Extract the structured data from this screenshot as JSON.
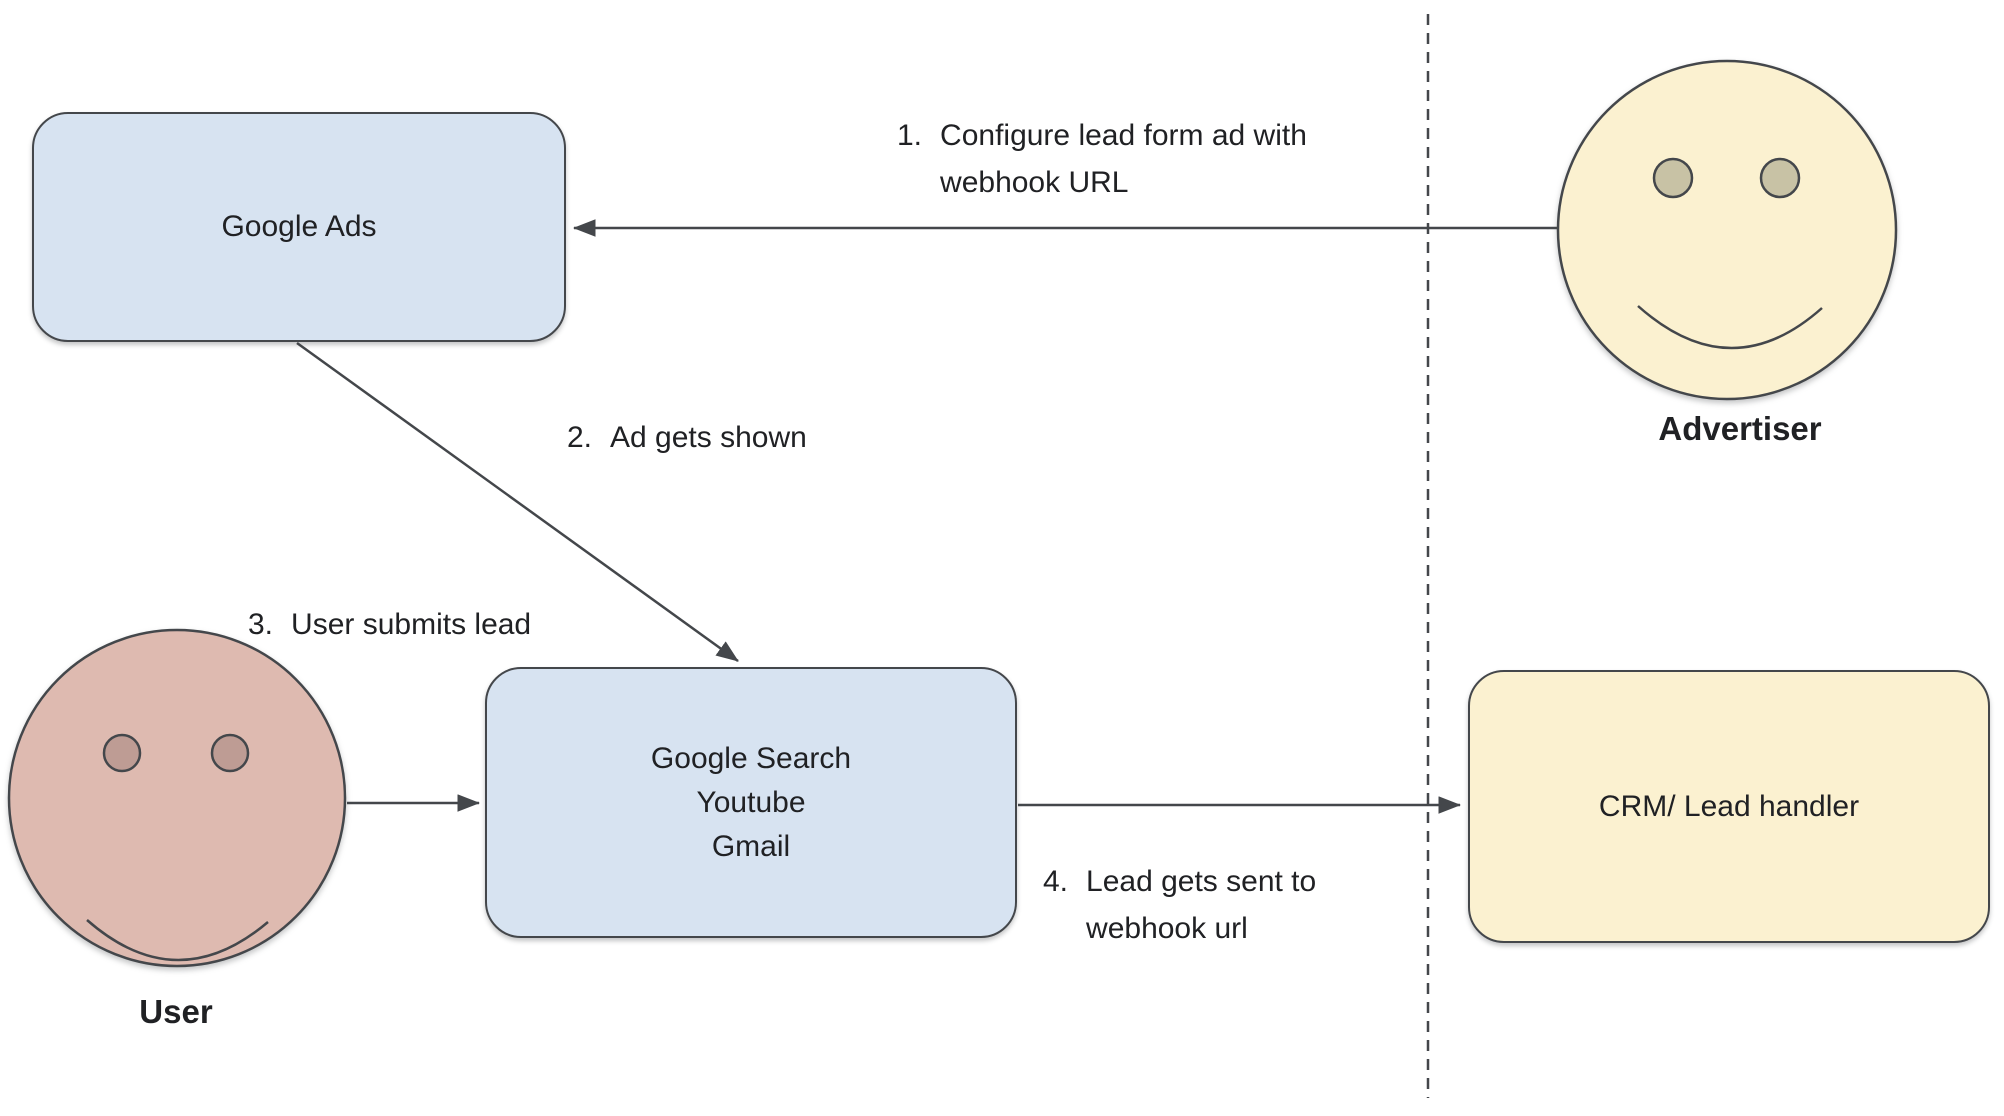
{
  "colors": {
    "background": "#FFFFFF",
    "line": "#44474B",
    "text": "#202124",
    "node_blue": "#D7E3F1",
    "node_yellow": "#FBF1D0",
    "face_pink": "#DEBAB0",
    "eye_olive": "#C8C2A5",
    "eye_mauve": "#BE9C94"
  },
  "nodes": {
    "google_ads": {
      "label": "Google Ads"
    },
    "google_surfaces": {
      "label": "Google Search\nYoutube\nGmail"
    },
    "crm": {
      "label": "CRM/ Lead handler"
    }
  },
  "actors": {
    "advertiser": {
      "label": "Advertiser"
    },
    "user": {
      "label": "User"
    }
  },
  "steps": [
    {
      "num": "1.",
      "text": "Configure lead form ad with\nwebhook URL"
    },
    {
      "num": "2.",
      "text": "Ad gets shown"
    },
    {
      "num": "3.",
      "text": "User submits lead"
    },
    {
      "num": "4.",
      "text": "Lead gets sent to\nwebhook url"
    }
  ]
}
